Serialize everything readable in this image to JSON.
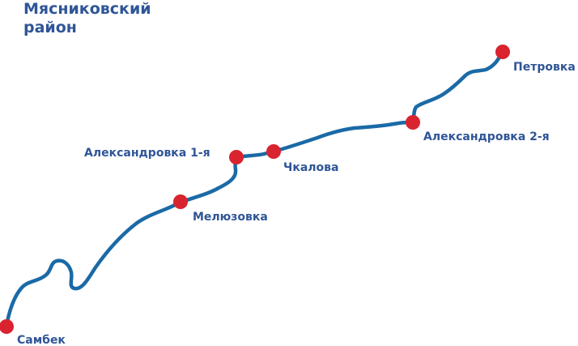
{
  "map": {
    "title_line1": "Мясниковский",
    "title_line2": "район",
    "route_color": "#1a6aa6",
    "station_color": "#d9232e",
    "label_color": "#2f5597",
    "stations": [
      {
        "id": "petrovka",
        "label": "Петровка"
      },
      {
        "id": "aleksandrovka-2",
        "label": "Александровка 2-я"
      },
      {
        "id": "chkalova",
        "label": "Чкалова"
      },
      {
        "id": "aleksandrovka-1",
        "label": "Александровка 1-я"
      },
      {
        "id": "meluzovka",
        "label": "Мелюзовка"
      },
      {
        "id": "sambek",
        "label": "Самбек"
      }
    ]
  }
}
